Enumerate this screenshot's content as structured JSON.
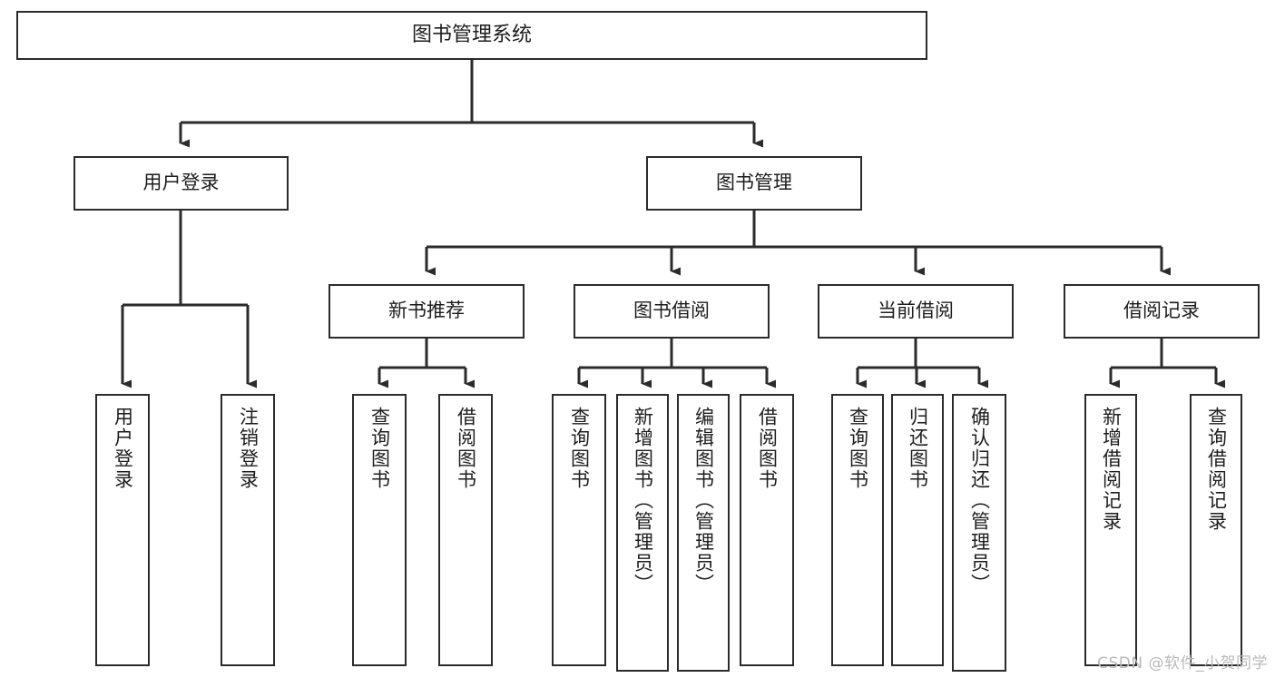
{
  "diagram": {
    "title": "图书管理系统",
    "type": "tree-hierarchy",
    "watermark": "CSDN @软件_小贺同学",
    "colors": {
      "background": "#ffffff",
      "box_border": "#2b2b2b",
      "box_fill": "#ffffff",
      "text": "#1d1d1d",
      "connector": "#2b2b2b",
      "watermark": "#b9b9b9"
    },
    "levels": {
      "root": {
        "label": "图书管理系统"
      },
      "level2": [
        {
          "label": "用户登录"
        },
        {
          "label": "图书管理"
        }
      ],
      "level3": [
        {
          "label": "新书推荐"
        },
        {
          "label": "图书借阅"
        },
        {
          "label": "当前借阅"
        },
        {
          "label": "借阅记录"
        }
      ],
      "leaves": {
        "user_login": [
          {
            "label": "用户登录"
          },
          {
            "label": "注销登录"
          }
        ],
        "new_book_recommend": [
          {
            "label": "查询图书"
          },
          {
            "label": "借阅图书"
          }
        ],
        "book_borrow": [
          {
            "label": "查询图书"
          },
          {
            "label": "新增图书（管理员）"
          },
          {
            "label": "编辑图书（管理员）"
          },
          {
            "label": "借阅图书"
          }
        ],
        "current_borrow": [
          {
            "label": "查询图书"
          },
          {
            "label": "归还图书"
          },
          {
            "label": "确认归还（管理员）"
          }
        ],
        "borrow_record": [
          {
            "label": "新增借阅记录"
          },
          {
            "label": "查询借阅记录"
          }
        ]
      }
    }
  }
}
